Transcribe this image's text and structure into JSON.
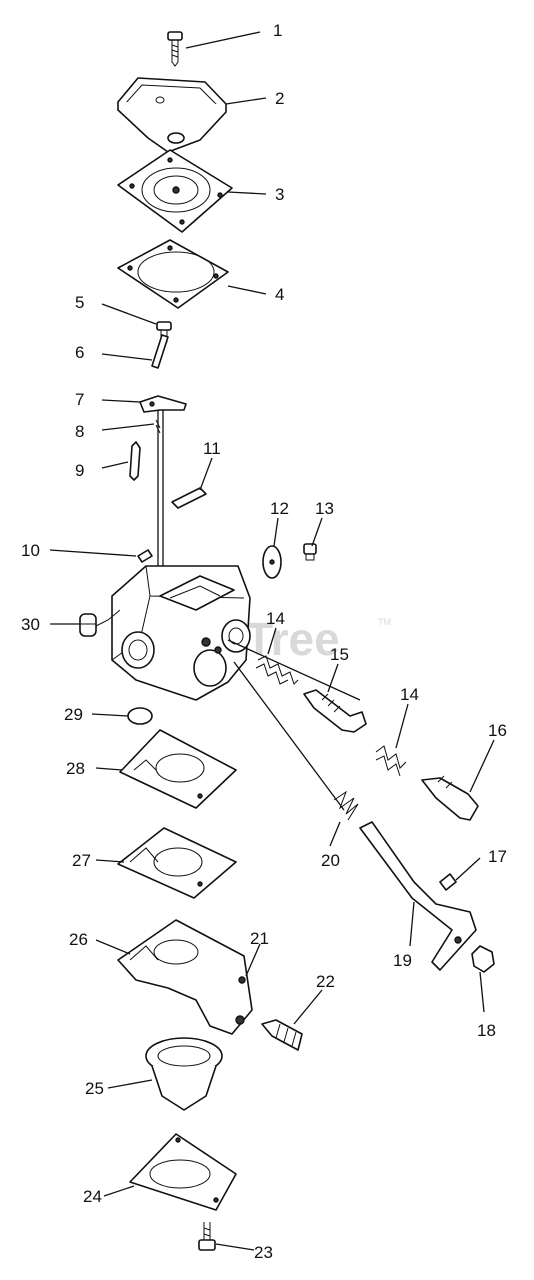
{
  "watermark": {
    "text": "PartsTree",
    "trademark": "TM"
  },
  "callouts": [
    {
      "id": "c1",
      "label": "1"
    },
    {
      "id": "c2",
      "label": "2"
    },
    {
      "id": "c3",
      "label": "3"
    },
    {
      "id": "c4",
      "label": "4"
    },
    {
      "id": "c5",
      "label": "5"
    },
    {
      "id": "c6",
      "label": "6"
    },
    {
      "id": "c7",
      "label": "7"
    },
    {
      "id": "c8",
      "label": "8"
    },
    {
      "id": "c9",
      "label": "9"
    },
    {
      "id": "c10",
      "label": "10"
    },
    {
      "id": "c11",
      "label": "11"
    },
    {
      "id": "c12",
      "label": "12"
    },
    {
      "id": "c13",
      "label": "13"
    },
    {
      "id": "c14a",
      "label": "14"
    },
    {
      "id": "c14b",
      "label": "14"
    },
    {
      "id": "c15",
      "label": "15"
    },
    {
      "id": "c16",
      "label": "16"
    },
    {
      "id": "c17",
      "label": "17"
    },
    {
      "id": "c18",
      "label": "18"
    },
    {
      "id": "c19",
      "label": "19"
    },
    {
      "id": "c20",
      "label": "20"
    },
    {
      "id": "c21",
      "label": "21"
    },
    {
      "id": "c22",
      "label": "22"
    },
    {
      "id": "c23",
      "label": "23"
    },
    {
      "id": "c24",
      "label": "24"
    },
    {
      "id": "c25",
      "label": "25"
    },
    {
      "id": "c26",
      "label": "26"
    },
    {
      "id": "c27",
      "label": "27"
    },
    {
      "id": "c28",
      "label": "28"
    },
    {
      "id": "c29",
      "label": "29"
    },
    {
      "id": "c30",
      "label": "30"
    }
  ]
}
